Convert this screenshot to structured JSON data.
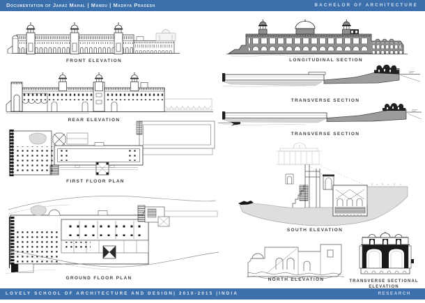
{
  "header": {
    "title": "Documentation of Jahaz Mahal | Mandu | Madhya Pradesh",
    "program": "BACHELOR OF ARCHITECTURE"
  },
  "footer": {
    "school": "LOVELY SCHOOL OF ARCHITECTURE AND DESIGN| 2010-2015 |INDIA",
    "section": "RESEARCH"
  },
  "colors": {
    "bar_blue": "#3b70ac",
    "poche_gray": "#969696",
    "hill_gray": "#dedede",
    "label_gray": "#3d3d3d"
  },
  "drawings": [
    {
      "id": "front-elevation",
      "label": "FRONT ELEVATION"
    },
    {
      "id": "rear-elevation",
      "label": "REAR ELEVATION"
    },
    {
      "id": "first-floor-plan",
      "label": "FIRST FLOOR PLAN"
    },
    {
      "id": "ground-floor-plan",
      "label": "GROUND FLOOR PLAN"
    },
    {
      "id": "longitudinal-section",
      "label": "LONGITUDINAL SECTION"
    },
    {
      "id": "transverse-section-a",
      "label": "TRANSVERSE SECTION"
    },
    {
      "id": "transverse-section-b",
      "label": "TRANSVERSE SECTION"
    },
    {
      "id": "south-elevation",
      "label": "SOUTH ELEVATION"
    },
    {
      "id": "north-elevation",
      "label": "NORTH ELEVATION"
    },
    {
      "id": "transverse-sectional-elevation",
      "label": "TRANSVERSE SECTIONAL ELEVATION"
    }
  ]
}
